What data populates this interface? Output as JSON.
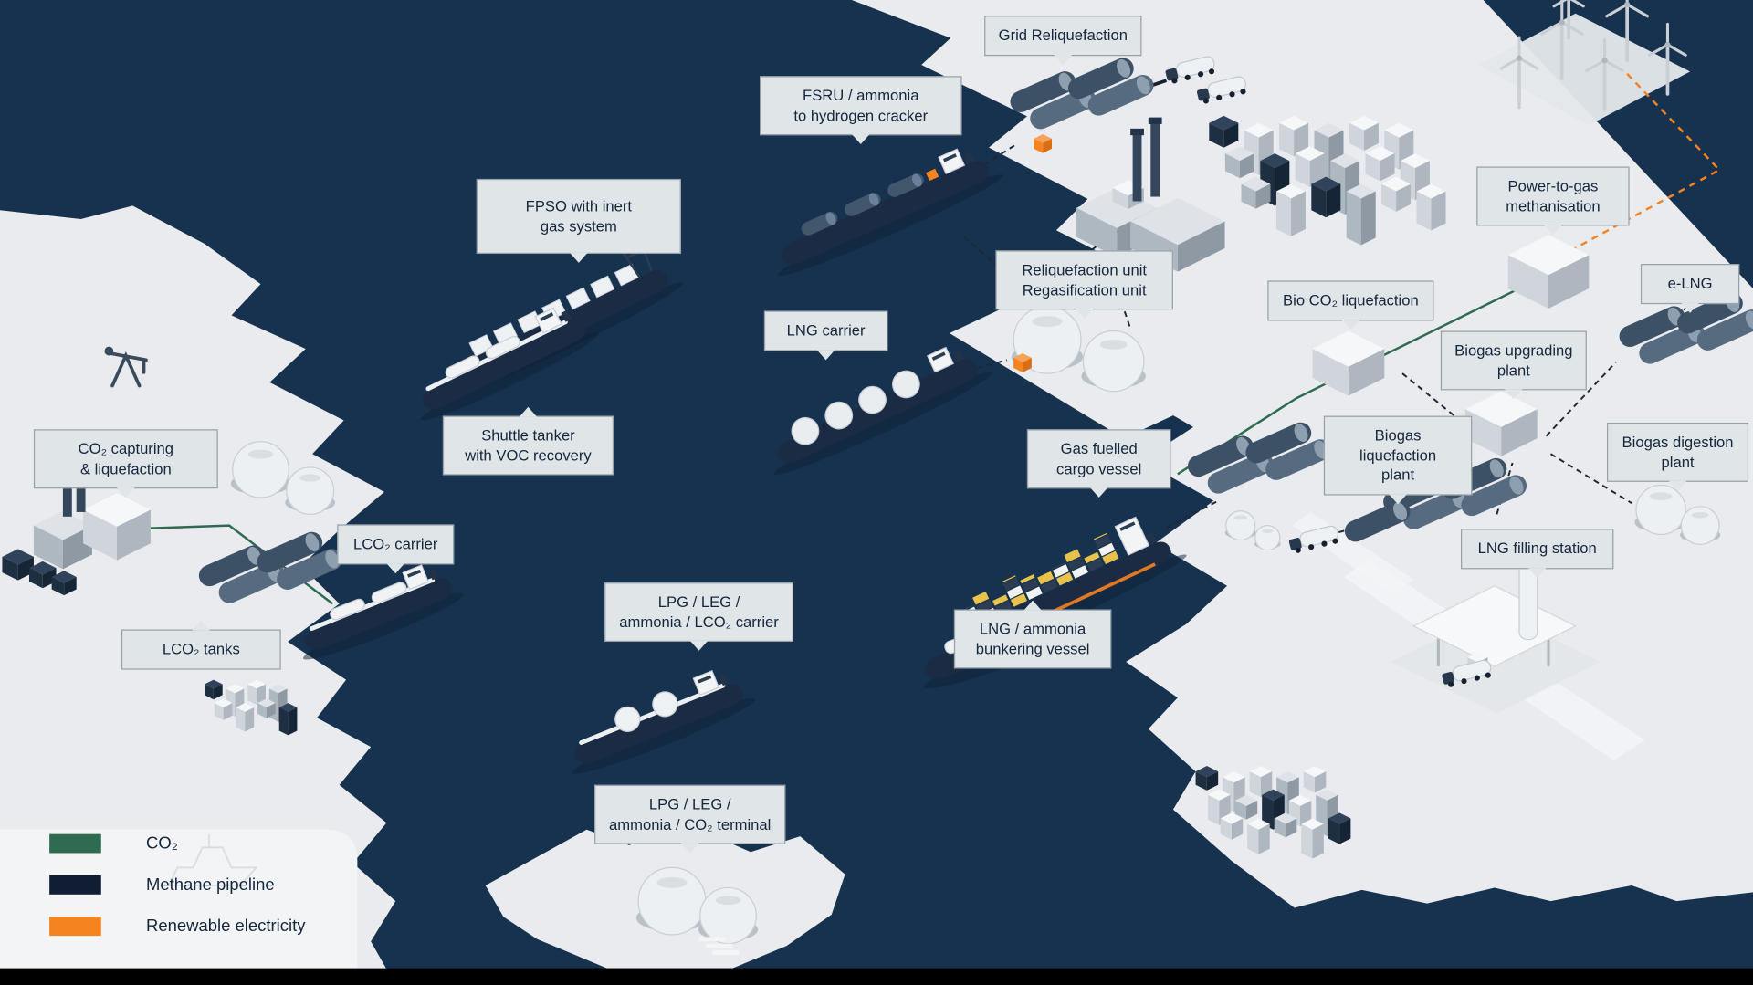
{
  "colors": {
    "sea": "#17324E",
    "land": "#E9EBEE",
    "callout_bg": "#E0E5E8",
    "callout_border": "#97A1A9",
    "text": "#15273D",
    "hull_navy": "#1B2B44",
    "co2_green": "#2E6B50",
    "methane_navy": "#111D33",
    "renewable_orange": "#F5831F"
  },
  "legend": {
    "items": [
      {
        "label": "CO₂",
        "color": "#2E6B50"
      },
      {
        "label": "Methane pipeline",
        "color": "#111D33"
      },
      {
        "label": "Renewable electricity",
        "color": "#F5831F"
      }
    ]
  },
  "callouts": {
    "grid_reliquefaction": "Grid Reliquefaction",
    "fsru_cracker": "FSRU / ammonia\nto hydrogen cracker",
    "fpso": "FPSO with inert\ngas system",
    "power_to_gas": "Power-to-gas\nmethanisation",
    "reliq_regas": "Reliquefaction unit\nRegasification unit",
    "lng_carrier": "LNG carrier",
    "bio_co2": "Bio CO₂ liquefaction",
    "e_lng": "e-LNG",
    "biogas_upgrading": "Biogas upgrading\nplant",
    "shuttle_tanker": "Shuttle tanker\nwith VOC recovery",
    "biogas_liquefaction": "Biogas liquefaction\nplant",
    "biogas_digestion": "Biogas digestion\nplant",
    "co2_capturing": "CO₂ capturing\n& liquefaction",
    "gas_fuelled": "Gas fuelled\ncargo vessel",
    "lco2_carrier": "LCO₂ carrier",
    "lng_filling": "LNG filling station",
    "lco2_tanks": "LCO₂ tanks",
    "lpg_carrier": "LPG / LEG /\nammonia / LCO₂ carrier",
    "lng_bunkering": "LNG / ammonia\nbunkering vessel",
    "lpg_terminal": "LPG / LEG /\nammonia / CO₂ terminal"
  }
}
